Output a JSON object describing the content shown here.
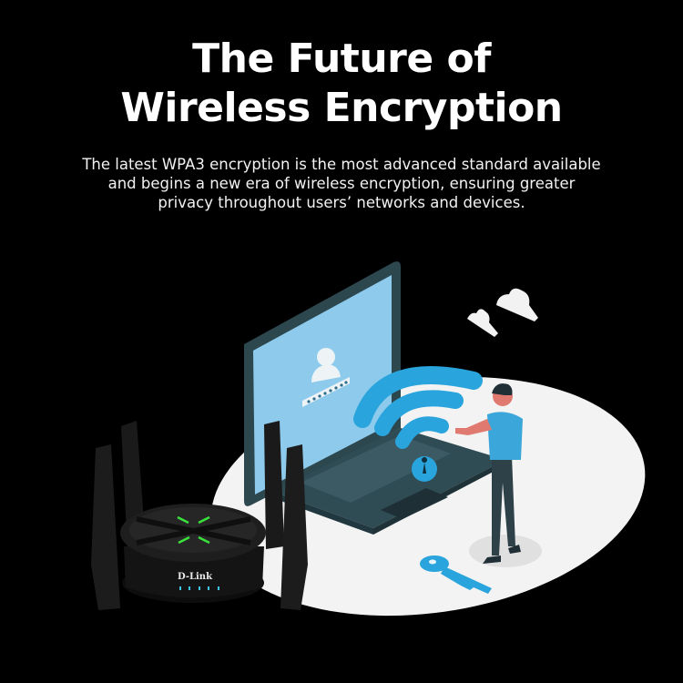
{
  "hero": {
    "title_line1": "The Future of",
    "title_line2": "Wireless Encryption",
    "subtitle_line1": "The latest WPA3 encryption is the most advanced standard available",
    "subtitle_line2": "and begins a new era of wireless encryption, ensuring greater",
    "subtitle_line3": "privacy throughout users’ networks and devices."
  },
  "illustration": {
    "router_brand": "D-Link",
    "login_password_mask": "••••••••",
    "icons": [
      "user-icon",
      "wifi-lock-icon",
      "key-icon",
      "cloud-icon",
      "cloud-icon"
    ]
  },
  "colors": {
    "background": "#000000",
    "text": "#ffffff",
    "accent_blue": "#2aa4dc",
    "screen_blue": "#8cc9eb",
    "laptop_dark": "#2f4a52",
    "router_led_green": "#39e23a",
    "floor_oval": "#f3f3f3"
  }
}
